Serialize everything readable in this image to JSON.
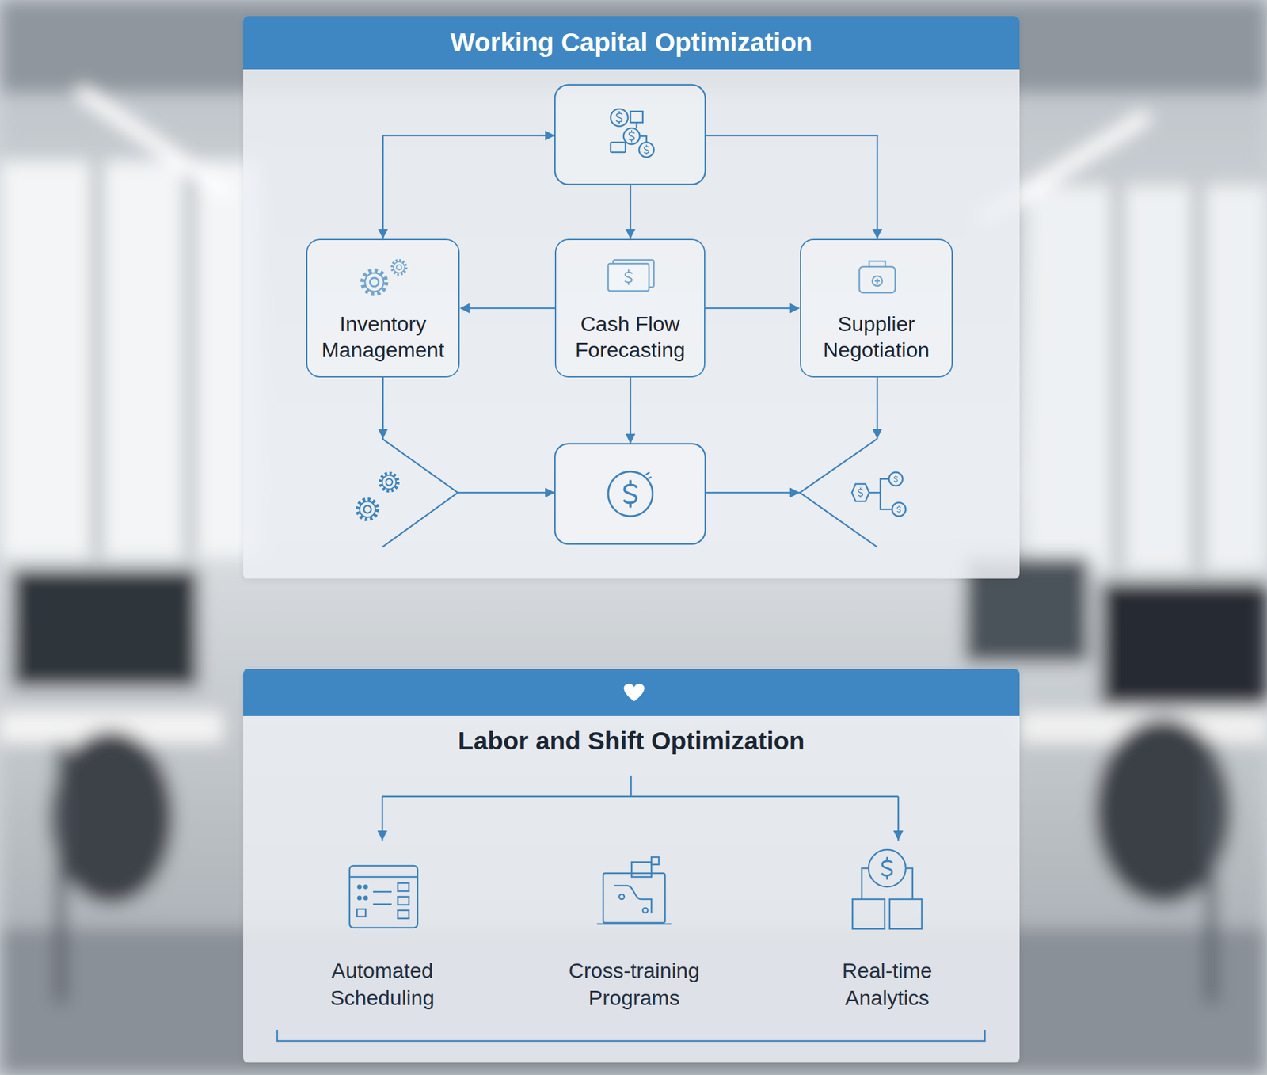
{
  "diagram": {
    "nodes": [
      {
        "text": [
          "Working Capital Optimization"
        ]
      },
      {
        "text": [
          "Inventory Management"
        ],
        "in": 0
      },
      {
        "text": [
          "Cash Flow Forecasting"
        ],
        "in": 0
      },
      {
        "text": [
          "Supplier Negotiation"
        ],
        "in": 0
      },
      {
        "text": [
          "Labor and Shift Optimization"
        ]
      }
    ],
    "edges": [
      {
        "from": 2,
        "to": 1,
        "arrow": "to"
      },
      {
        "from": 2,
        "to": 3,
        "arrow": "to"
      }
    ],
    "labels": [
      "Automated Scheduling",
      "Cross-training Programs",
      "Real-time Analytics"
    ]
  }
}
